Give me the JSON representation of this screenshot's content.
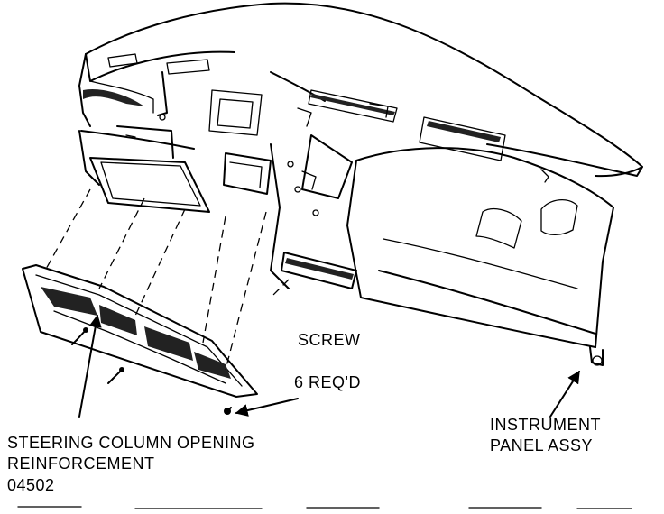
{
  "labels": {
    "screw": "SCREW",
    "screw_qty": "6 REQ'D",
    "instrument_panel_line1": "INSTRUMENT",
    "instrument_panel_line2": "PANEL ASSY",
    "reinforcement_line1": "STEERING COLUMN OPENING",
    "reinforcement_line2": "REINFORCEMENT",
    "figure_code": "04502"
  },
  "icons": {
    "callout": "arrow-icon",
    "fastener": "screw-icon"
  },
  "colors": {
    "ink": "#000000",
    "paper": "#ffffff"
  }
}
